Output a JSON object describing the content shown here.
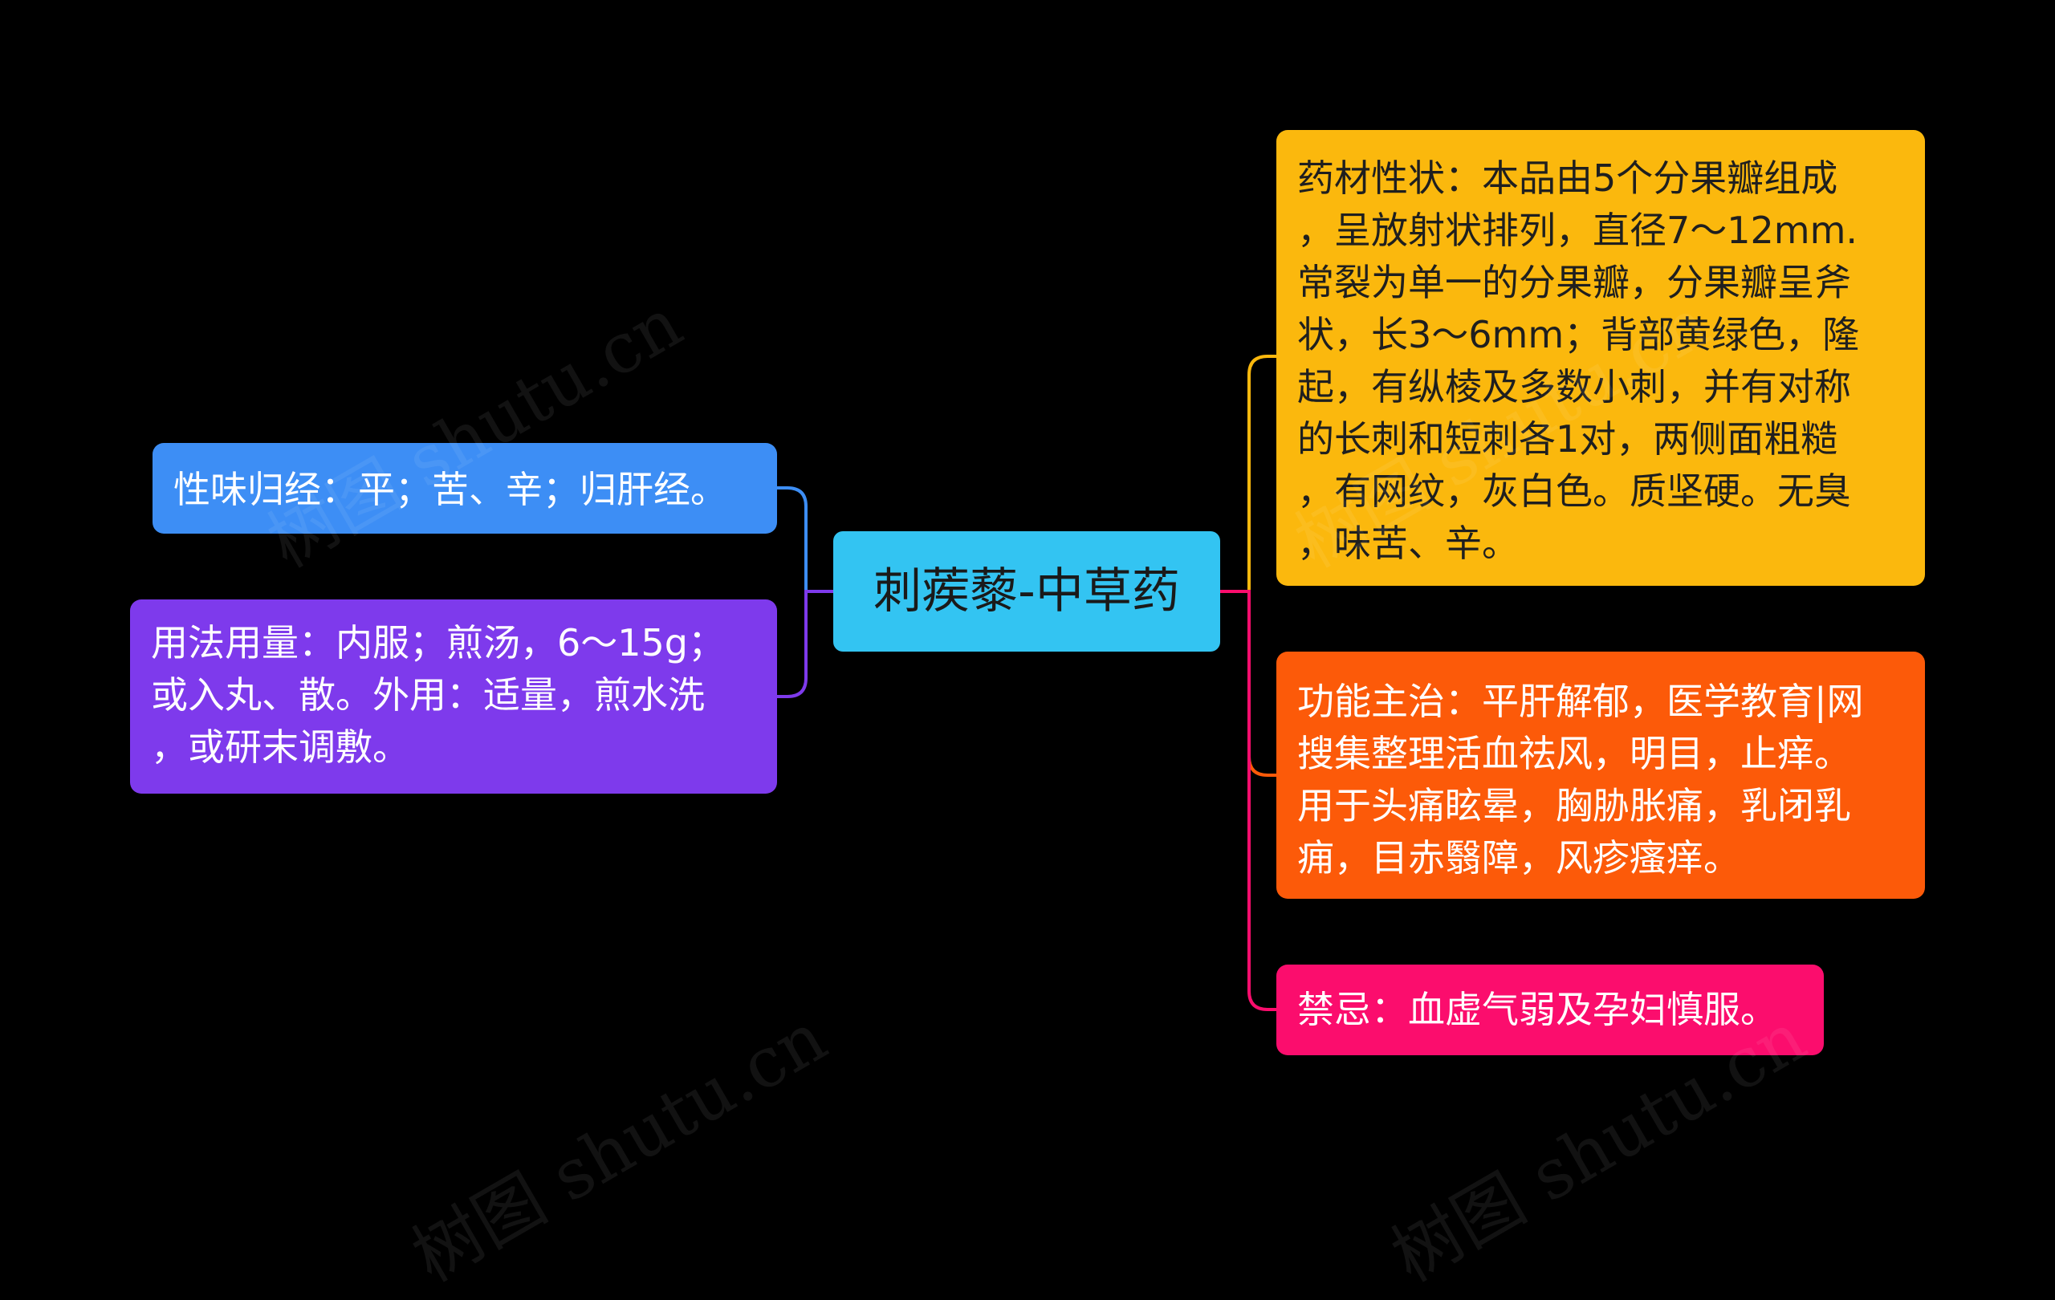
{
  "mindmap": {
    "root": {
      "label": "刺蒺藜-中草药"
    },
    "left_branches": [
      {
        "id": "xingwei",
        "label": "性味归经：平；苦、辛；归肝经。",
        "color": "#3d8ef5"
      },
      {
        "id": "yongfa",
        "label": "用法用量：内服；煎汤，6～15g；\n或入丸、散。外用：适量，煎水洗\n，或研末调敷。",
        "color": "#7e3aec"
      }
    ],
    "right_branches": [
      {
        "id": "yaocai",
        "label": "药材性状：本品由5个分果瓣组成\n，呈放射状排列，直径7～12mm.\n常裂为单一的分果瓣，分果瓣呈斧\n状，长3～6mm；背部黄绿色，隆\n起，有纵棱及多数小刺，并有对称\n的长刺和短刺各1对，两侧面粗糙\n，有网纹，灰白色。质坚硬。无臭\n，味苦、辛。",
        "color": "#fbb80d"
      },
      {
        "id": "gongneng",
        "label": "功能主治：平肝解郁，医学教育|网\n搜集整理活血祛风，明目，止痒。\n用于头痛眩晕，胸胁胀痛，乳闭乳\n痈，目赤翳障，风疹瘙痒。",
        "color": "#fc5a09"
      },
      {
        "id": "jinji",
        "label": "禁忌：血虚气弱及孕妇慎服。",
        "color": "#fb0d6d"
      }
    ]
  },
  "watermark": "树图 shutu.cn"
}
